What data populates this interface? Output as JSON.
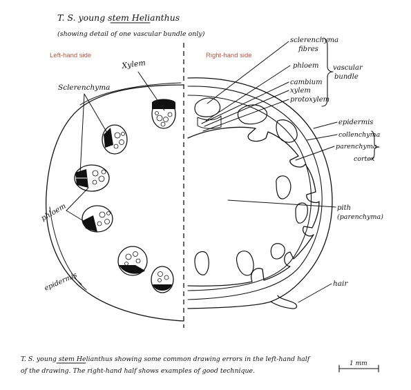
{
  "header": {
    "title": "T. S. young stem Helianthus",
    "subtitle": "(showing detail of one vascular bundle only)"
  },
  "sides": {
    "left": "Left-hand side",
    "right": "Right-hand side"
  },
  "labels_left": {
    "xylem": "Xylem",
    "sclerenchyma": "Sclerenchyma",
    "phloem": "phloem",
    "epidermis": "epidermis"
  },
  "labels_right": {
    "sclerenchyma_fibres_1": "sclerenchyma",
    "sclerenchyma_fibres_2": "fibres",
    "phloem": "phloem",
    "cambium": "cambium",
    "xylem": "xylem",
    "protoxylem": "protoxylem",
    "vascular_bundle_1": "vascular",
    "vascular_bundle_2": "bundle",
    "epidermis": "epidermis",
    "collenchyma": "collenchyma",
    "parenchyma": "parenchyma",
    "cortex": "cortex",
    "pith_1": "pith",
    "pith_2": "(parenchyma)",
    "hair": "hair"
  },
  "caption": {
    "line1": "T. S. young stem Helianthus showing some common drawing errors in the left-hand half",
    "line2": "of the drawing. The right-hand half shows examples of good technique."
  },
  "scale_bar": {
    "label": "1 mm"
  },
  "colors": {
    "ink": "#111111",
    "side_label": "#b5543f",
    "background": "#ffffff"
  }
}
